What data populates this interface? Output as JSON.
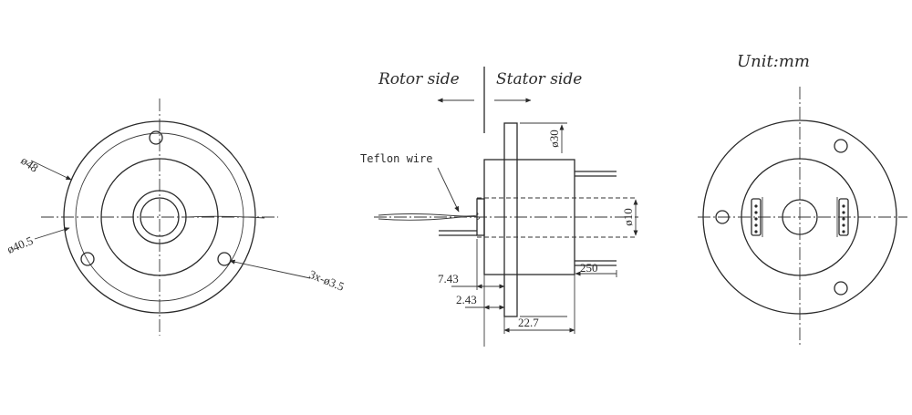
{
  "labels": {
    "unit": "Unit:mm",
    "rotor_side": "Rotor side",
    "stator_side": "Stator side",
    "teflon_wire": "Teflon wire"
  },
  "dimensions": {
    "dia_48": "ø48",
    "dia_40_5": "ø40.5",
    "holes": "3x-ø3.5",
    "dia_30": "ø30",
    "dia_10": "ø10",
    "len_7_43": "7.43",
    "len_2_43": "2.43",
    "len_22_7": "22.7",
    "len_250": "250"
  }
}
